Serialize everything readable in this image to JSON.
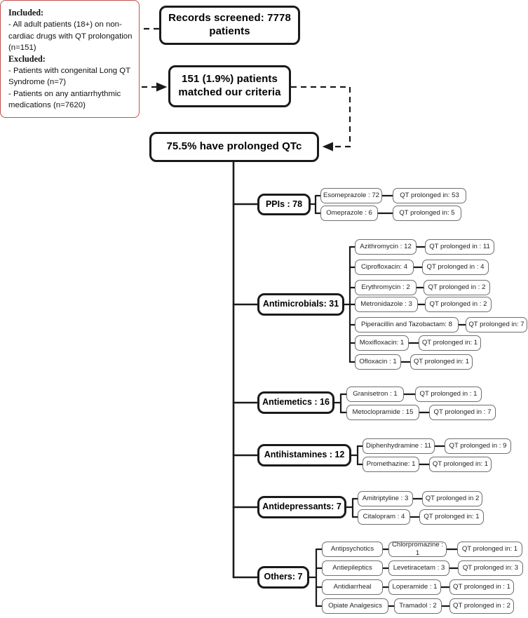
{
  "figure": {
    "type": "flowchart",
    "title": "Study flow of QT prolongation with non-cardiac drugs"
  },
  "flow_top": {
    "screened": "Records screened: 7778 patients",
    "matched": "151 (1.9%) patients matched our criteria",
    "outcome": "75.5% have prolonged QTc"
  },
  "criteria": {
    "included_header": "Included:",
    "included_lines": [
      "- All adult patients (18+) on non-",
      "cardiac drugs with QT prolongation",
      "(n=151)"
    ],
    "excluded_header": "Excluded:",
    "excluded_lines": [
      "- Patients with congenital Long QT",
      "Syndrome (n=7)",
      "- Patients on any antiarrhythmic",
      "medications (n=7620)"
    ],
    "border_color": "#c0504d"
  },
  "categories": [
    {
      "label": "PPIs : 78",
      "rows": [
        {
          "drug": "Esomeprazole : 72",
          "qt": "QT prolonged in: 53"
        },
        {
          "drug": "Omeprazole : 6",
          "qt": "QT prolonged in: 5"
        }
      ]
    },
    {
      "label": "Antimicrobials: 31",
      "rows": [
        {
          "drug": "Azithromycin : 12",
          "qt": "QT prolonged in : 11"
        },
        {
          "drug": "Ciprofloxacin: 4",
          "qt": "QT prolonged in : 4"
        },
        {
          "drug": "Erythromycin : 2",
          "qt": "QT prolonged in : 2"
        },
        {
          "drug": "Metronidazole : 3",
          "qt": "QT prolonged in : 2"
        },
        {
          "drug": "Piperacillin and Tazobactam: 8",
          "qt": "QT prolonged in: 7"
        },
        {
          "drug": "Moxifloxacin: 1",
          "qt": "QT prolonged in: 1"
        },
        {
          "drug": "Ofloxacin : 1",
          "qt": "QT prolonged in: 1"
        }
      ]
    },
    {
      "label": "Antiemetics : 16",
      "rows": [
        {
          "drug": "Granisetron : 1",
          "qt": "QT prolonged in : 1"
        },
        {
          "drug": "Metoclopramide : 15",
          "qt": "QT prolonged in : 7"
        }
      ]
    },
    {
      "label": "Antihistamines : 12",
      "rows": [
        {
          "drug": "Diphenhydramine : 11",
          "qt": "QT prolonged in : 9"
        },
        {
          "drug": "Promethazine: 1",
          "qt": "QT prolonged in: 1"
        }
      ]
    },
    {
      "label": "Antidepressants: 7",
      "rows": [
        {
          "drug": "Amitriptyline : 3",
          "qt": "QT prolonged in 2"
        },
        {
          "drug": "Citalopram : 4",
          "qt": "QT  prolonged in: 1"
        }
      ]
    },
    {
      "label": "Others: 7",
      "rows": [
        {
          "cls": "Antipsychotics",
          "drug": "Chlorpromazine : 1",
          "qt": "QT prolonged in: 1"
        },
        {
          "cls": "Antiepileptics",
          "drug": "Levetiracetam : 3",
          "qt": "QT prolonged in: 3"
        },
        {
          "cls": "Antidiarrheal",
          "drug": "Loperamide : 1",
          "qt": "QT prolonged in : 1"
        },
        {
          "cls": "Opiate Analgesics",
          "drug": "Tramadol : 2",
          "qt": "QT prolonged in : 2"
        }
      ]
    }
  ]
}
